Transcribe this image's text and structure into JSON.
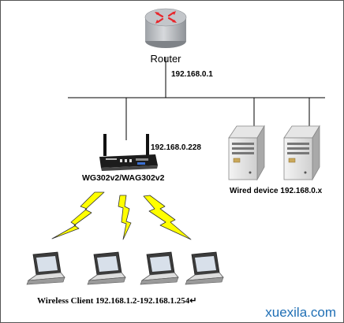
{
  "router": {
    "label": "Router",
    "ip": "192.168.0.1",
    "icon": "router-icon"
  },
  "access_point": {
    "model": "WG302v2/WAG302v2",
    "ip": "192.168.0.228",
    "icon": "access-point-icon"
  },
  "wired": {
    "label": "Wired device 192.168.0.x",
    "icon": "server-tower-icon"
  },
  "wireless": {
    "label": "Wireless Client 192.168.1.2-192.168.1.254↵",
    "icon": "laptop-icon"
  },
  "watermark": {
    "text": "xuexila.com"
  },
  "colors": {
    "router_body": "#b9bcc0",
    "router_arrows": "#e8262b",
    "lightning": "#ffff00",
    "watermark": "#1f6fb5"
  }
}
